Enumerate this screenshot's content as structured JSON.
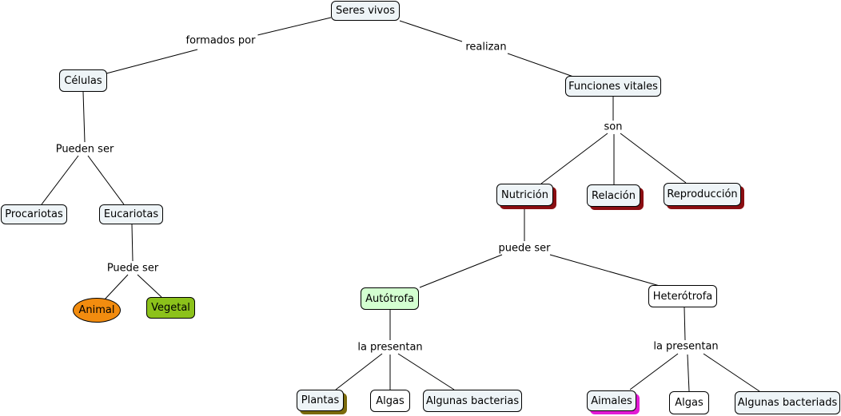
{
  "nodes": {
    "seres_vivos": "Seres vivos",
    "celulas": "Células",
    "funciones_vitales": "Funciones vitales",
    "procariotas": "Procariotas",
    "eucariotas": "Eucariotas",
    "animal": "Animal",
    "vegetal": "Vegetal",
    "nutricion": "Nutrición",
    "relacion": "Relación",
    "reproduccion": "Reproducción",
    "autotrofa": "Autótrofa",
    "heterotrofa": "Heterótrofa",
    "plantas": "Plantas",
    "algas_1": "Algas",
    "algunas_bacterias": "Algunas bacterias",
    "aimales": "Aimales",
    "algas_2": "Algas",
    "algunas_bacteriads": "Algunas bacteriads"
  },
  "links": {
    "formados_por": "formados por",
    "realizan": "realizan",
    "pueden_ser": "Pueden ser",
    "son": "son",
    "puede_ser_1": "Puede ser",
    "puede_ser_2": "puede ser",
    "la_presentan_1": "la presentan",
    "la_presentan_2": "la presentan"
  },
  "colors": {
    "animal": "#f28c0f",
    "vegetal": "#8cc21b",
    "autotrofa": "#d3ffd0",
    "node_fill": "#eef4f7",
    "shadow_nutrition": "#8a0e12",
    "shadow_plantas": "#7a6a0c",
    "shadow_aimales": "#e21bd5"
  }
}
